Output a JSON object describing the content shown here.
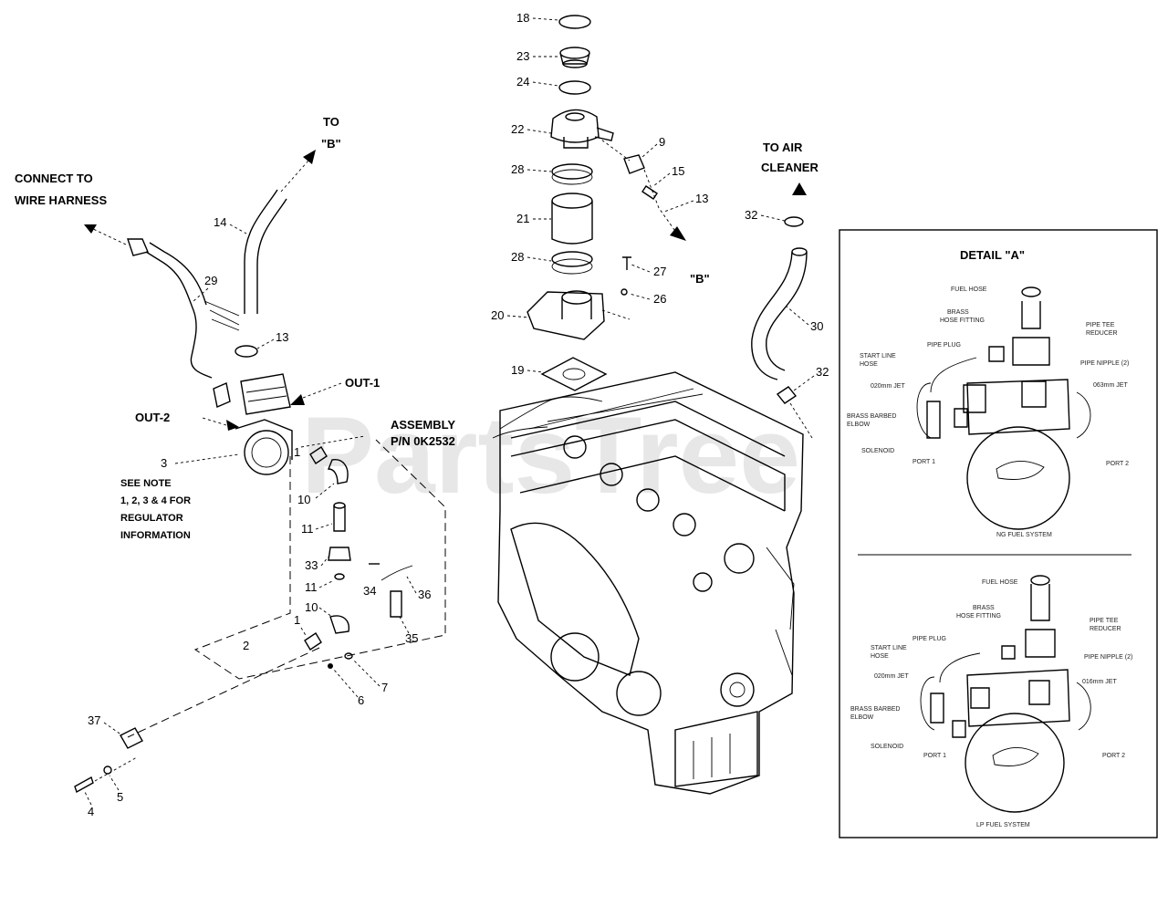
{
  "watermark": "PartsTree",
  "trademark": "™",
  "left_notes": {
    "connect": [
      "CONNECT TO",
      "WIRE HARNESS"
    ],
    "to_b": [
      "TO",
      "\"B\""
    ],
    "to_air": [
      "TO AIR",
      "CLEANER"
    ],
    "out1": "OUT-1",
    "out2": "OUT-2",
    "assembly": [
      "ASSEMBLY",
      "P/N 0K2532"
    ],
    "see_note": [
      "SEE NOTE",
      "1, 2, 3 & 4 FOR",
      "REGULATOR",
      "INFORMATION"
    ],
    "b_label": "\"B\""
  },
  "callouts": {
    "c18": "18",
    "c23": "23",
    "c24": "24",
    "c22": "22",
    "c9": "9",
    "c28a": "28",
    "c15": "15",
    "c13a": "13",
    "c21": "21",
    "c28b": "28",
    "c27": "27",
    "c26": "26",
    "c20": "20",
    "c19": "19",
    "c32a": "32",
    "c30": "30",
    "c32b": "32",
    "c14": "14",
    "c29": "29",
    "c13b": "13",
    "c3": "3",
    "c1a": "1",
    "c10a": "10",
    "c11a": "11",
    "c33": "33",
    "c11b": "11",
    "c34": "34",
    "c36": "36",
    "c10b": "10",
    "c1b": "1",
    "c2": "2",
    "c35": "35",
    "c7": "7",
    "c6": "6",
    "c37": "37",
    "c5": "5",
    "c4": "4"
  },
  "detail": {
    "title": "DETAIL \"A\"",
    "ng": {
      "fuel_hose": "FUEL HOSE",
      "brass_hose_fitting": [
        "BRASS",
        "HOSE FITTING"
      ],
      "pipe_tee_reducer": [
        "PIPE TEE",
        "REDUCER"
      ],
      "start_line_hose": [
        "START LINE",
        "HOSE"
      ],
      "pipe_plug": "PIPE PLUG",
      "pipe_nipple": "PIPE NIPPLE (2)",
      "jet_left": "020mm JET",
      "jet_right": "063mm JET",
      "brass_barbed_elbow": [
        "BRASS BARBED",
        "ELBOW"
      ],
      "solenoid": "SOLENOID",
      "port1": "PORT 1",
      "port2": "PORT 2",
      "caption": "NG FUEL SYSTEM"
    },
    "lp": {
      "fuel_hose": "FUEL HOSE",
      "brass_hose_fitting": [
        "BRASS",
        "HOSE FITTING"
      ],
      "pipe_tee_reducer": [
        "PIPE TEE",
        "REDUCER"
      ],
      "pipe_plug": "PIPE PLUG",
      "start_line_hose": [
        "START LINE",
        "HOSE"
      ],
      "pipe_nipple": "PIPE NIPPLE (2)",
      "jet_left": "020mm JET",
      "jet_right": "016mm JET",
      "brass_barbed_elbow": [
        "BRASS BARBED",
        "ELBOW"
      ],
      "solenoid": "SOLENOID",
      "port1": "PORT 1",
      "port2": "PORT 2",
      "caption": "LP FUEL SYSTEM"
    }
  }
}
